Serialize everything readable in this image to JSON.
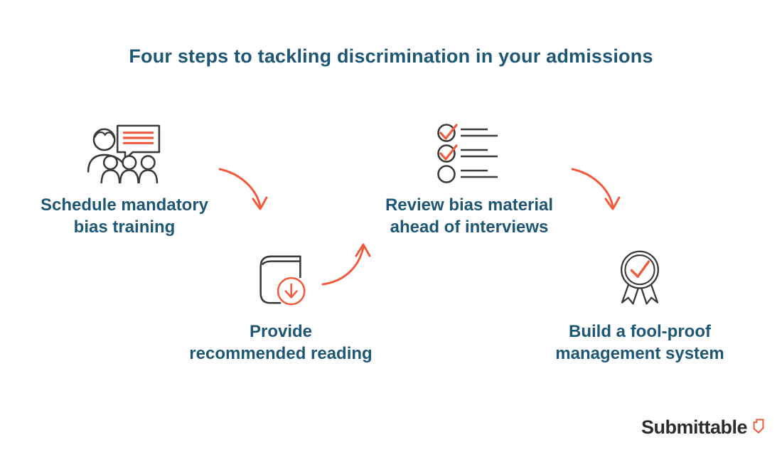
{
  "title": "Four steps to tackling discrimination in your admissions",
  "steps": [
    {
      "line1": "Schedule mandatory",
      "line2": "bias training",
      "icon": "presenter-audience-icon"
    },
    {
      "line1": "Provide",
      "line2": "recommended reading",
      "icon": "book-download-icon"
    },
    {
      "line1": "Review bias material",
      "line2": "ahead of interviews",
      "icon": "checklist-icon"
    },
    {
      "line1": "Build a fool-proof",
      "line2": "management system",
      "icon": "award-ribbon-icon"
    }
  ],
  "logo": {
    "text": "Submittable"
  },
  "colors": {
    "accent_orange": "#F15B3D",
    "heading_teal": "#1E5775",
    "icon_outline": "#3A3A3A",
    "logo_text": "#2D2D2D",
    "background": "#FFFFFF"
  }
}
